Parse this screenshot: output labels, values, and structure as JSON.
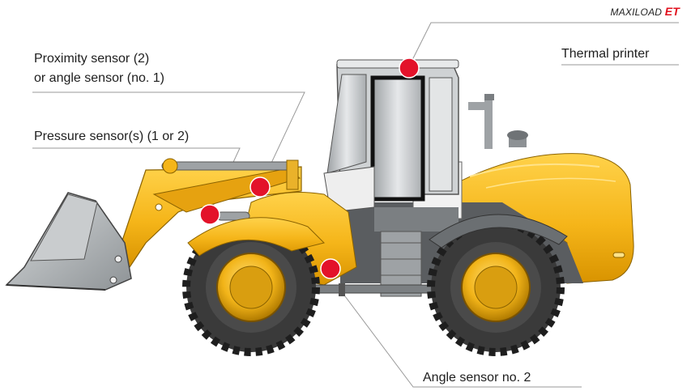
{
  "brand": {
    "name": "MAXILOAD",
    "suffix": "ET"
  },
  "labels": {
    "proximity_line1": "Proximity sensor (2)",
    "proximity_line2": "or angle sensor (no. 1)",
    "pressure": "Pressure sensor(s) (1 or 2)",
    "thermal_printer": "Thermal printer",
    "angle_sensor_2": "Angle sensor no. 2"
  },
  "colors": {
    "body_yellow": "#f5b519",
    "body_shadow": "#d69200",
    "marker_red": "#e3122a",
    "metal_grey": "#b8bcbf",
    "tyre_dark": "#3a3a3a",
    "leader_line": "#9a9a9a"
  },
  "icons": [
    "sensor-marker-icon"
  ]
}
